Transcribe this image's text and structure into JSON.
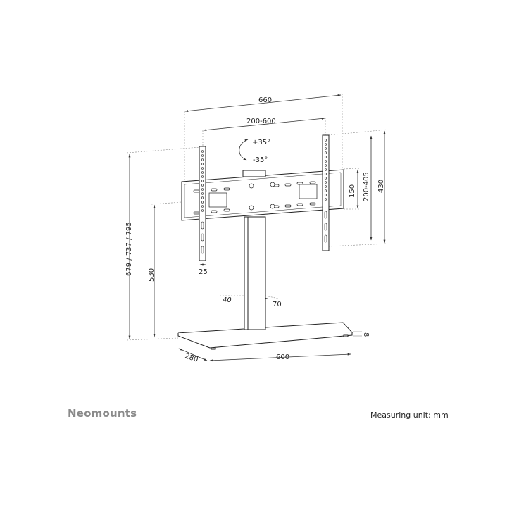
{
  "brand": "Neomounts",
  "unit_note": "Measuring unit: mm",
  "dimensions": {
    "overall_width": "660",
    "vesa_width": "200-600",
    "tilt_up": "+35°",
    "tilt_down": "-35°",
    "vesa_height": "150",
    "vesa_height_range": "200-405",
    "arm_height": "430",
    "total_height": "679 / 737 / 795",
    "pole_height": "530",
    "depth_offset": "25",
    "pole_depth": "40",
    "pole_width": "70",
    "base_depth": "280",
    "base_width": "600",
    "base_thickness": "8"
  },
  "colors": {
    "line": "#222222",
    "dim": "#555555",
    "brand": "#8a8a8a"
  }
}
